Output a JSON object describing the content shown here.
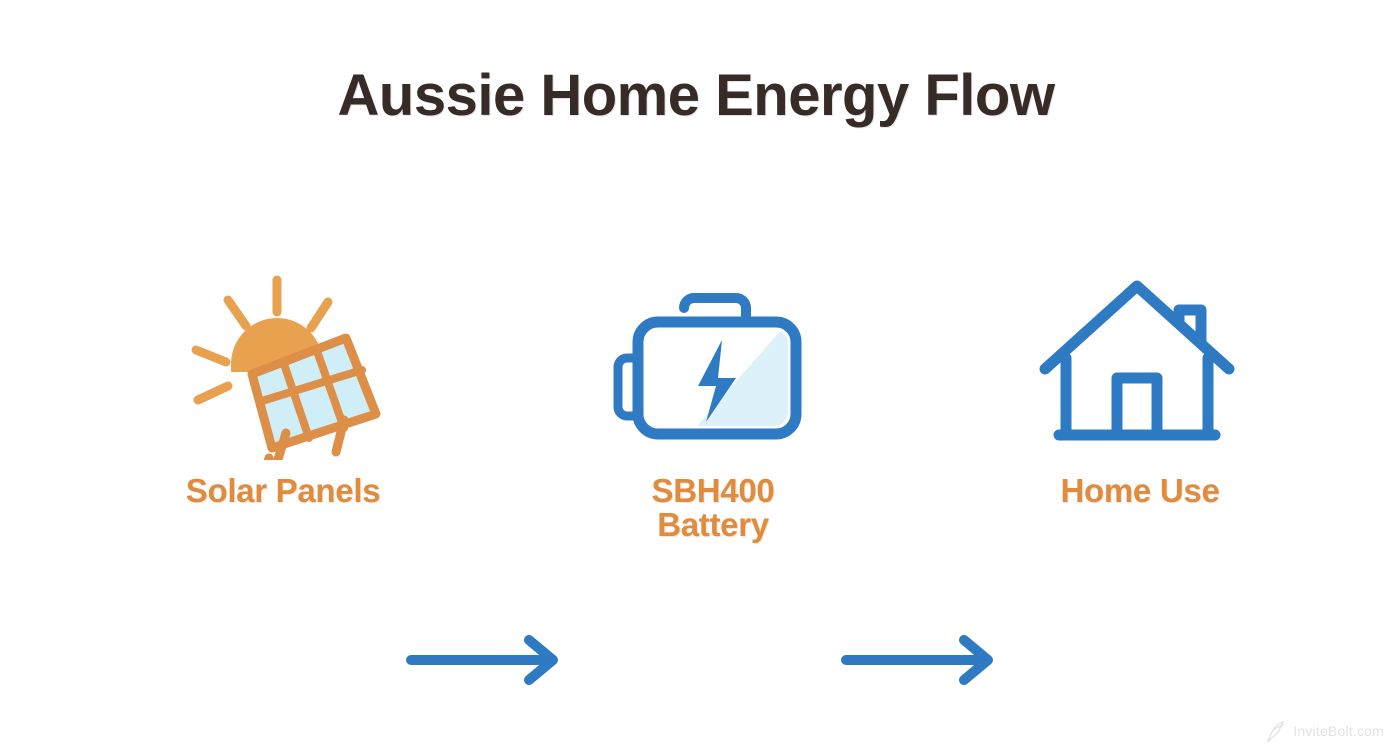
{
  "page": {
    "title": "Aussie Home Energy Flow",
    "background_color": "#ffffff",
    "title_color": "#362b27"
  },
  "palette": {
    "accent_blue": "#2e7bc4",
    "accent_orange": "#e08b3e",
    "sun_orange": "#e8a24f",
    "panel_cell_blue": "#cfeef7",
    "battery_fill_blue": "#dcf1f9",
    "label_orange": "#e08b3e"
  },
  "flow": {
    "nodes": [
      {
        "id": "solar",
        "icon": "solar-panel-icon",
        "label": "Solar Panels",
        "label_lines": [
          "Solar Panels"
        ]
      },
      {
        "id": "battery",
        "icon": "battery-icon",
        "label": "SBH400 Battery",
        "label_lines": [
          "SBH400",
          "Battery"
        ]
      },
      {
        "id": "home",
        "icon": "house-icon",
        "label": "Home Use",
        "label_lines": [
          "Home Use"
        ]
      }
    ],
    "arrows": [
      {
        "id": "arrow-solar-to-battery",
        "from": "solar",
        "to": "battery",
        "direction": "right",
        "color": "#2e7bc4"
      },
      {
        "id": "arrow-battery-to-home",
        "from": "battery",
        "to": "home",
        "direction": "right",
        "color": "#2e7bc4"
      }
    ]
  },
  "watermark": {
    "text": "InviteBolt.com",
    "icon": "bird-logo-icon"
  }
}
